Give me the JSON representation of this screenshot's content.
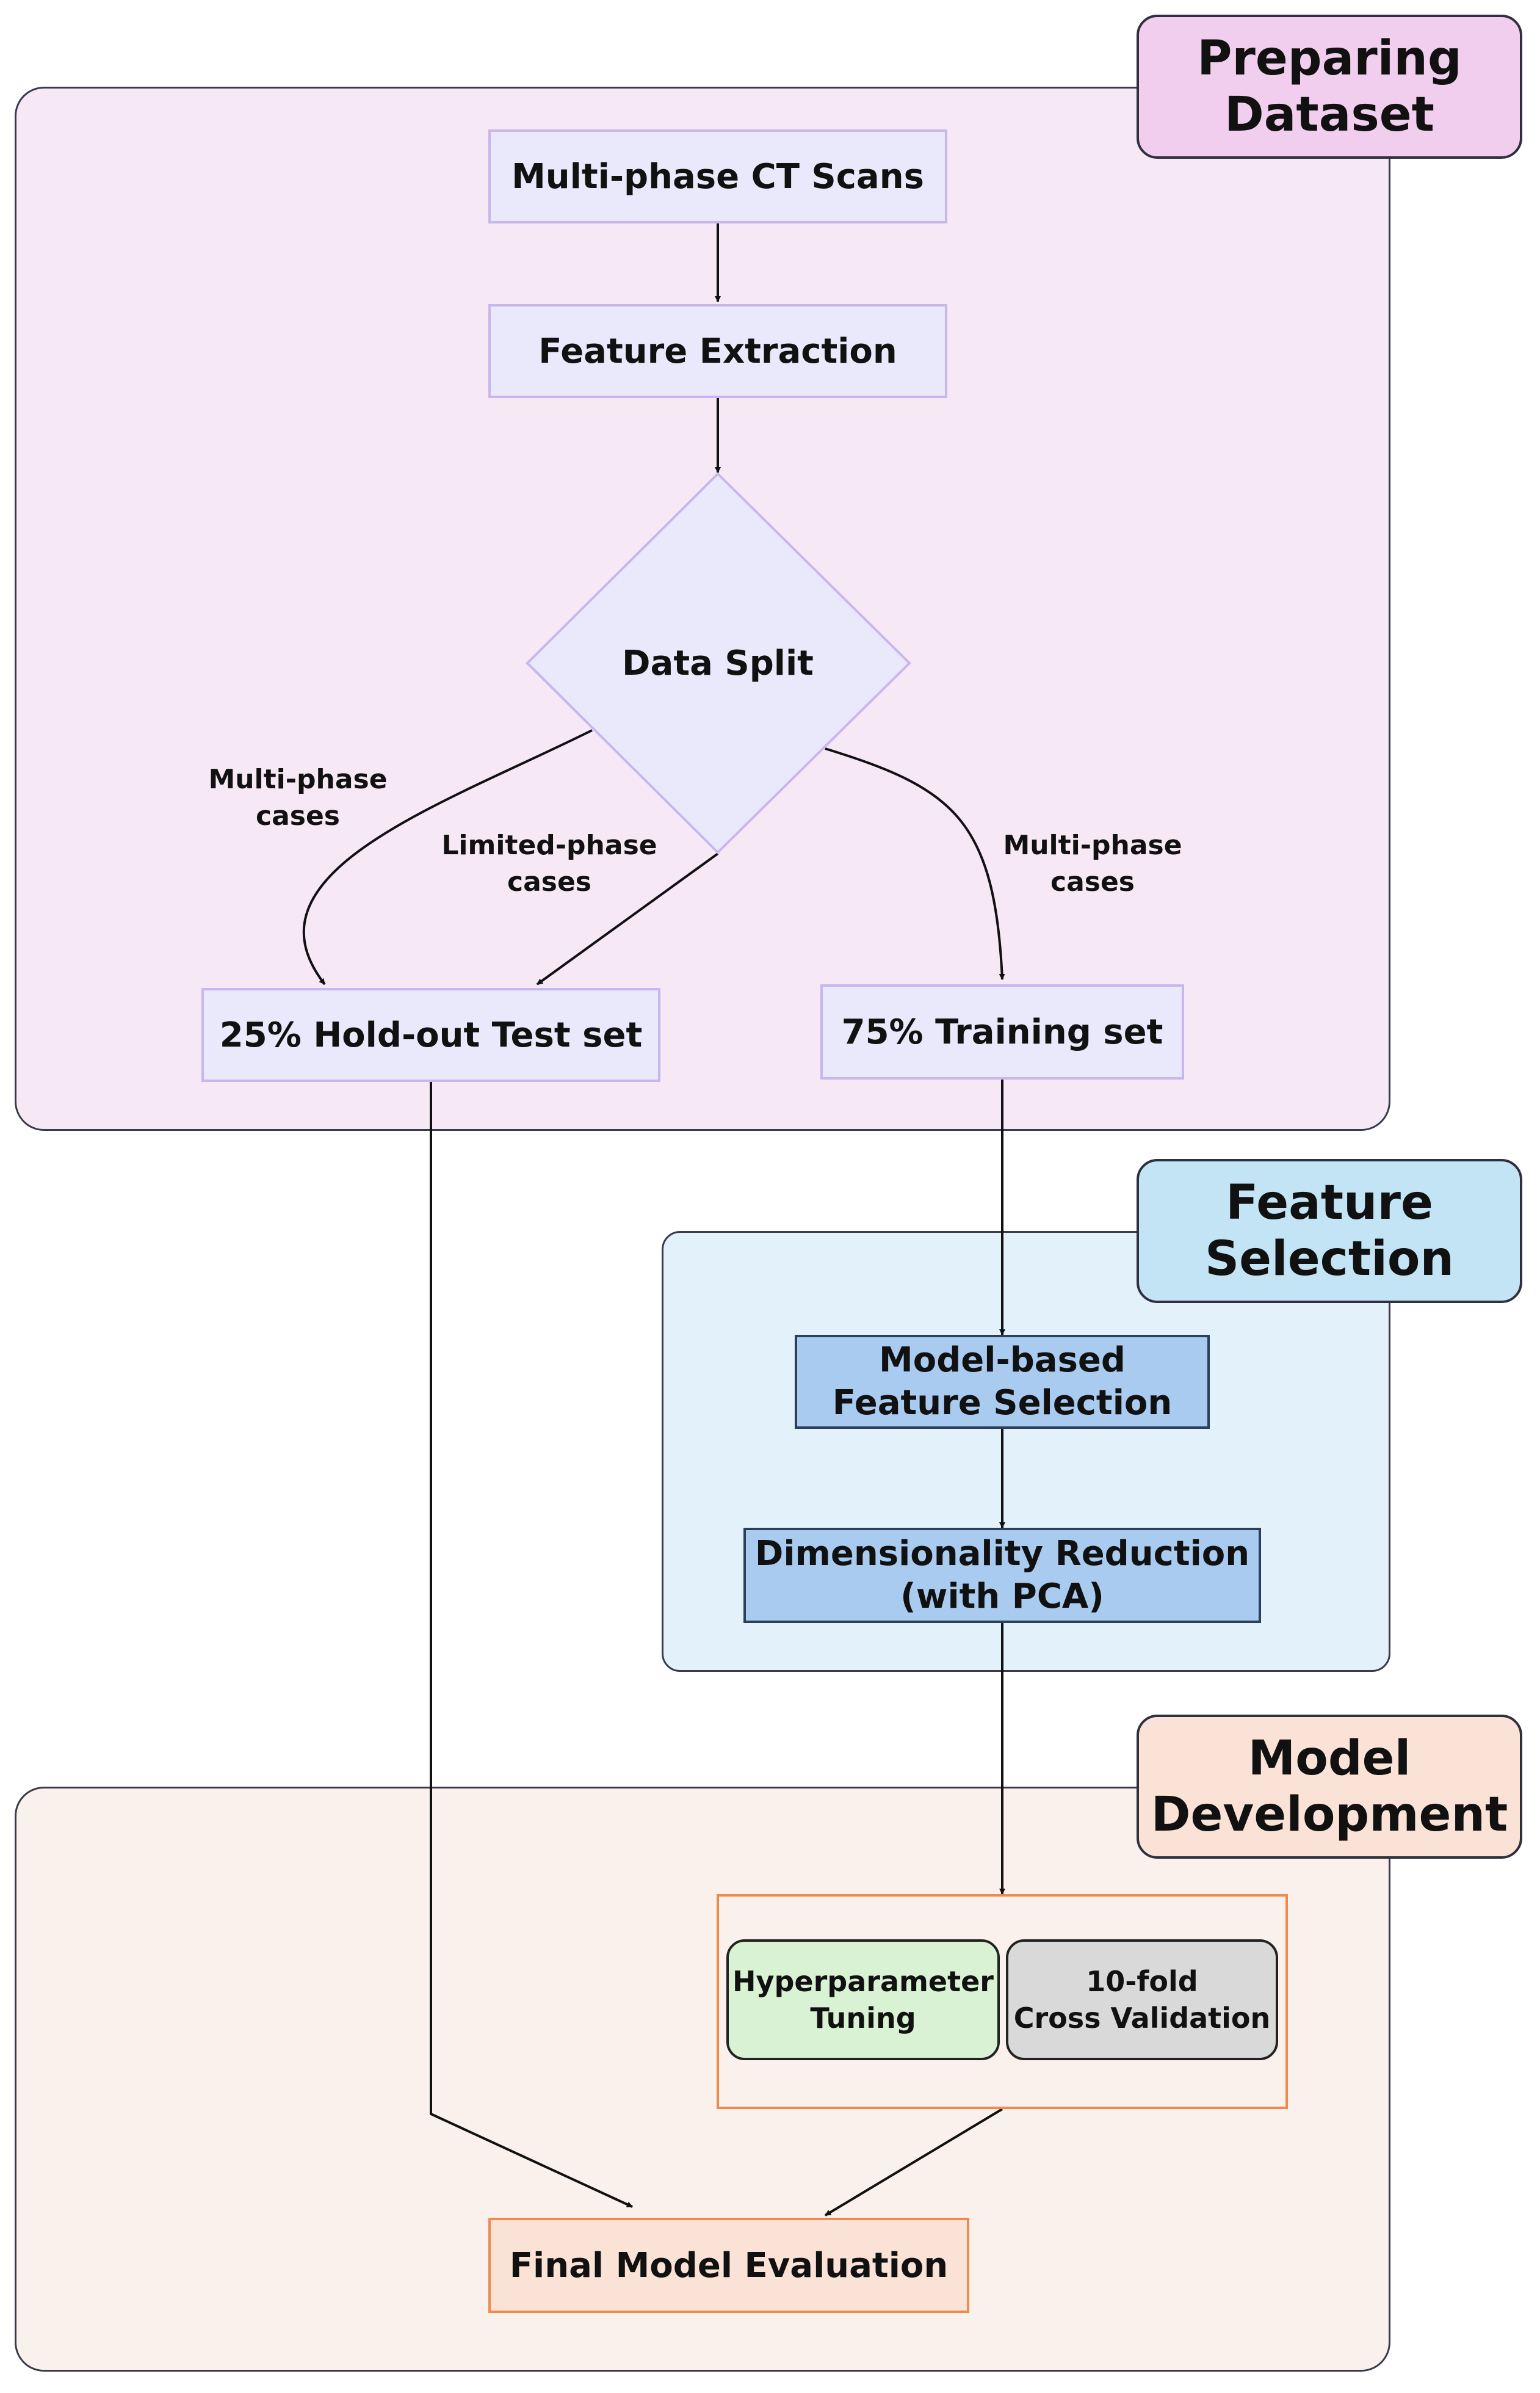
{
  "sections": {
    "preparing": "Preparing\nDataset",
    "feature": "Feature\nSelection",
    "model": "Model\nDevelopment"
  },
  "nodes": {
    "ct_scans": "Multi-phase CT Scans",
    "feature_extraction": "Feature Extraction",
    "data_split": "Data Split",
    "test_set": "25% Hold-out Test set",
    "training_set": "75% Training set",
    "model_based_fs": "Model-based\nFeature Selection",
    "dim_reduction": "Dimensionality Reduction\n(with PCA)",
    "hyperparameter": "Hyperparameter\nTuning",
    "cross_validation": "10-fold\nCross Validation",
    "final_eval": "Final Model Evaluation"
  },
  "edge_labels": {
    "multi_phase_left": "Multi-phase\ncases",
    "limited_phase": "Limited-phase\ncases",
    "multi_phase_right": "Multi-phase\ncases"
  },
  "colors": {
    "preparing_panel": "#f7e8f6",
    "feature_panel": "#e3f2fa",
    "model_panel": "#fbf1ec",
    "lavender_box": "#e9e9fb",
    "blue_box": "#a8cbef",
    "orange_border": "#ee8a4e"
  }
}
